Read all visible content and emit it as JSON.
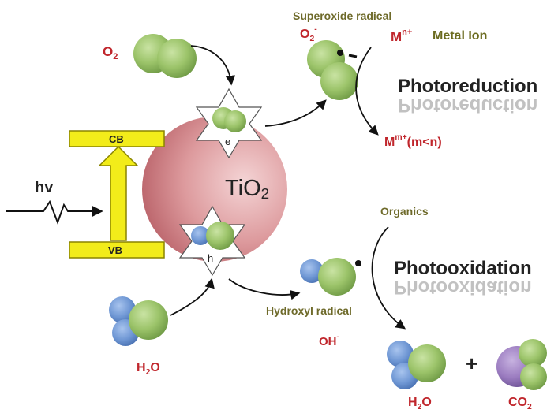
{
  "labels": {
    "superoxide": "Superoxide radical",
    "o2_radical_base": "O",
    "o2_radical_sub": "2",
    "o2_radical_sup": "-",
    "o2_base": "O",
    "o2_sub": "2",
    "metal_ion_base": "M",
    "metal_ion_sup": "n+",
    "metal_ion_name": "Metal Ion",
    "photoreduction": "Photoreduction",
    "reduced_base": "M",
    "reduced_sup": "m+",
    "reduced_cond": "(m<n)",
    "cb": "CB",
    "vb": "VB",
    "hv": "hv",
    "tio2_base": "TiO",
    "tio2_sub": "2",
    "electron": "e",
    "hole": "h",
    "organics": "Organics",
    "photooxidation": "Photooxidation",
    "hydroxyl": "Hydroxyl radical",
    "oh_base": "OH",
    "oh_sup": "-",
    "h2o_left_a": "H",
    "h2o_left_sub": "2",
    "h2o_left_b": "O",
    "h2o_right_a": "H",
    "h2o_right_sub": "2",
    "h2o_right_b": "O",
    "plus": "+",
    "co2_base": "CO",
    "co2_sub": "2"
  },
  "colors": {
    "oxygen_green": "#9cc46a",
    "hydrogen_blue": "#6f97d4",
    "carbon_purple": "#9b7cc0",
    "tio2_sphere": "#d88a8e",
    "band_yellow": "#f2ec1a",
    "label_red": "#c0262c",
    "label_olive": "#6b6b1f"
  }
}
